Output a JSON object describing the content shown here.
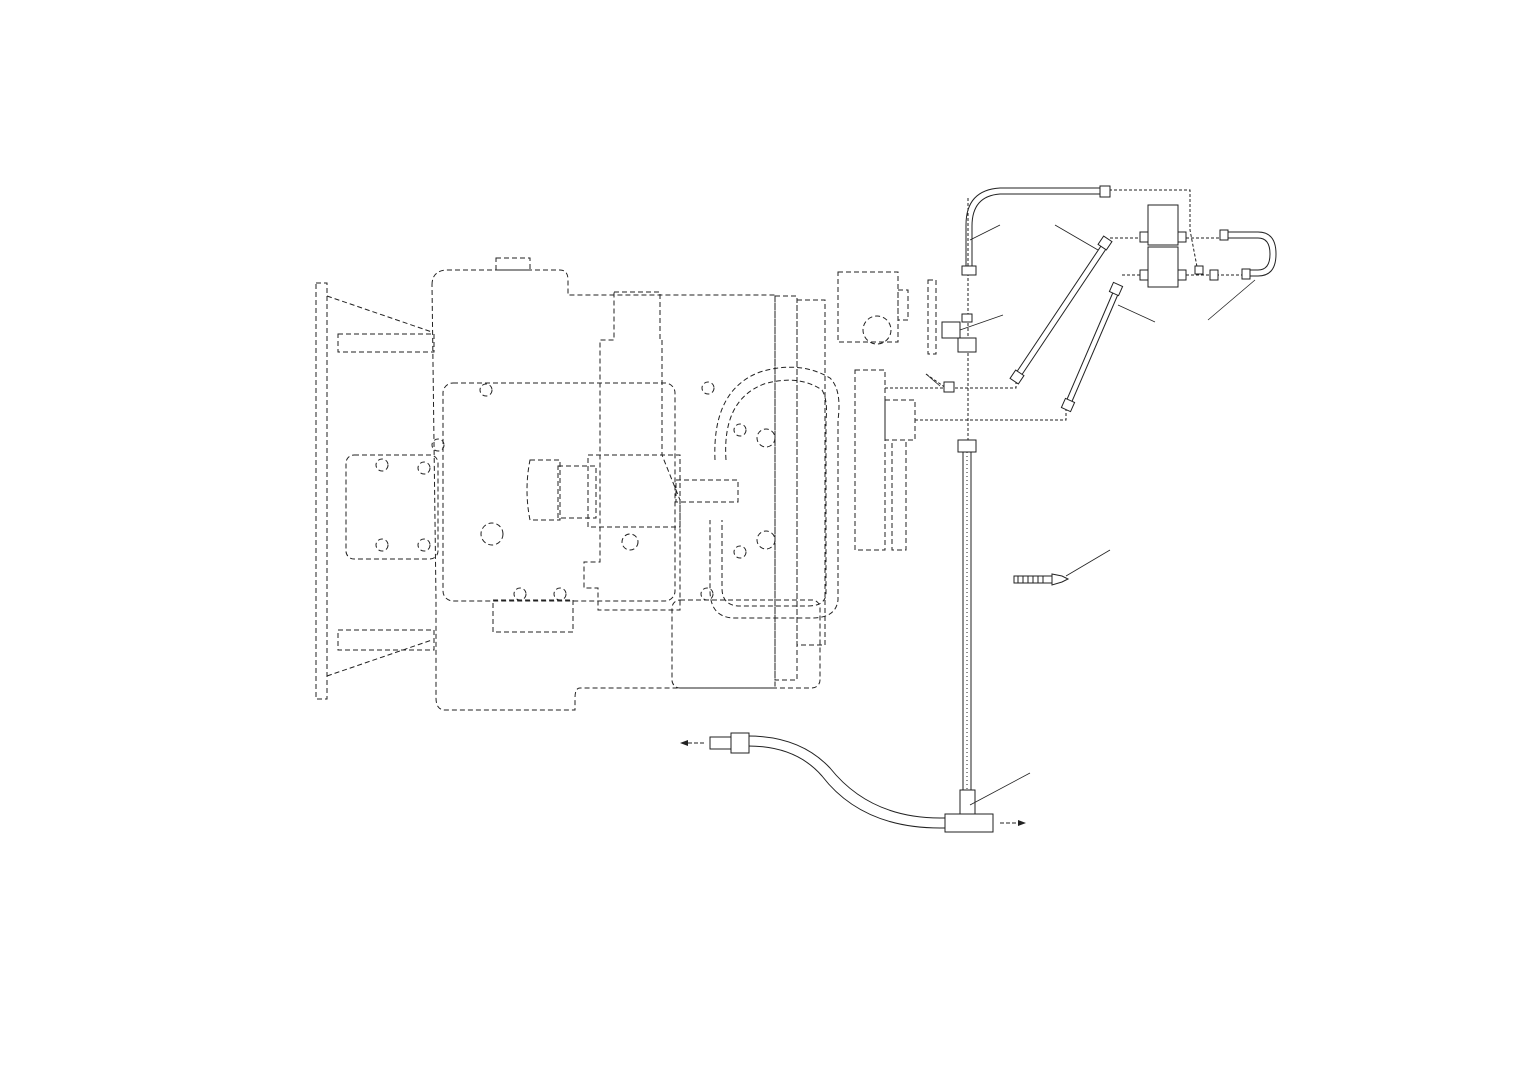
{
  "drawing": {
    "kind": "technical line drawing",
    "line_color": "#222222",
    "background": "#ffffff",
    "style": "engine outline in dashed lines; tubes, hoses and fittings in solid lines",
    "callout_leaders": 8,
    "flow_arrows": 2
  }
}
